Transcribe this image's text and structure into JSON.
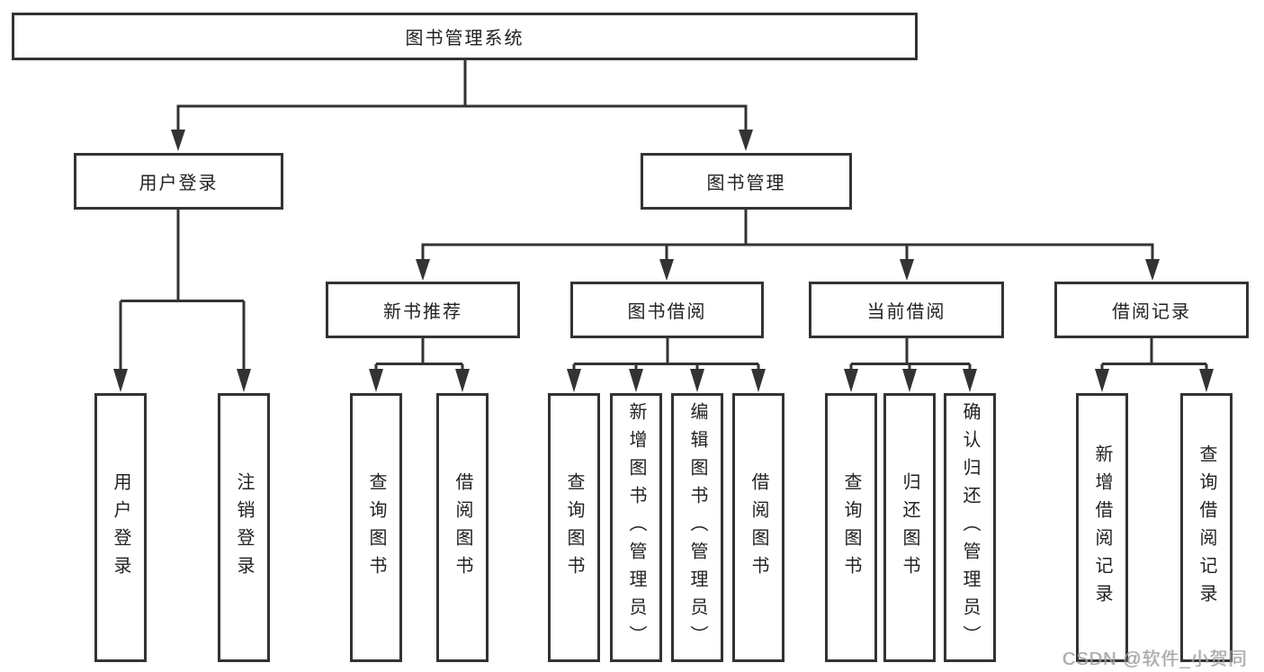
{
  "diagram": {
    "root": {
      "label": "图书管理系统"
    },
    "level2": [
      {
        "label": "用户登录"
      },
      {
        "label": "图书管理"
      }
    ],
    "level3": [
      {
        "label": "新书推荐"
      },
      {
        "label": "图书借阅"
      },
      {
        "label": "当前借阅"
      },
      {
        "label": "借阅记录"
      }
    ],
    "leaves": {
      "user_login": [
        "用户登录",
        "注销登录"
      ],
      "new_book": [
        "查询图书",
        "借阅图书"
      ],
      "borrow": [
        "查询图书",
        "新增图书（管理员）",
        "编辑图书（管理员）",
        "借阅图书"
      ],
      "current": [
        "查询图书",
        "归还图书",
        "确认归还（管理员）"
      ],
      "records": [
        "新增借阅记录",
        "查询借阅记录"
      ]
    }
  },
  "watermark": {
    "text": "CSDN @软件_小贺同学"
  },
  "colors": {
    "line": "#333333",
    "text": "#222222",
    "watermark": "#9f9f9f",
    "background": "#ffffff"
  }
}
